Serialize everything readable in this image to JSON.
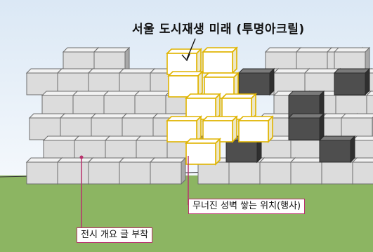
{
  "title": "서울 도시재생 미래 (투명아크릴)",
  "labels": {
    "event_location": "무너진 성벽 쌓는 위치(행사)",
    "exhibit_notice": "전시 개요 글 부착"
  },
  "colors": {
    "sky_top": "#dbe8f5",
    "sky_bottom": "#f4f8fc",
    "grass": "#8cb562",
    "block_face": "#dcdcdc",
    "acrylic_outline": "#e0b400",
    "leader_line": "#b8326c"
  }
}
